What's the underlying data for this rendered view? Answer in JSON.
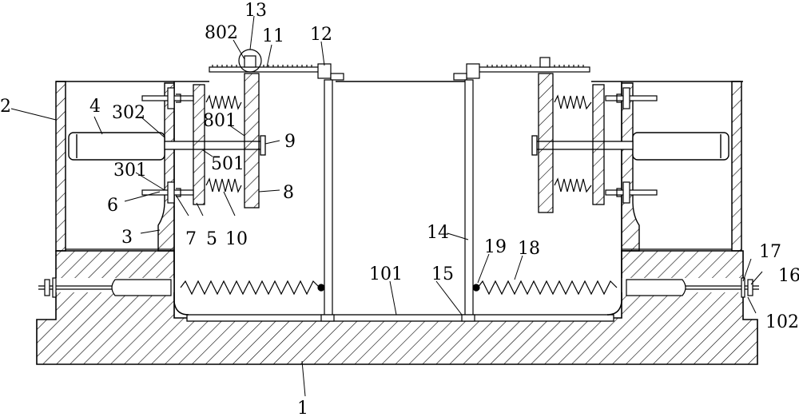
{
  "labels": {
    "n1": "1",
    "n2": "2",
    "n3": "3",
    "n4": "4",
    "n5": "5",
    "n6": "6",
    "n7": "7",
    "n8": "8",
    "n9": "9",
    "n10": "10",
    "n11": "11",
    "n12": "12",
    "n13": "13",
    "n14": "14",
    "n15": "15",
    "n16": "16",
    "n17": "17",
    "n18": "18",
    "n19": "19",
    "n101": "101",
    "n102": "102",
    "n301": "301",
    "n302": "302",
    "n501": "501",
    "n801": "801",
    "n802": "802"
  }
}
